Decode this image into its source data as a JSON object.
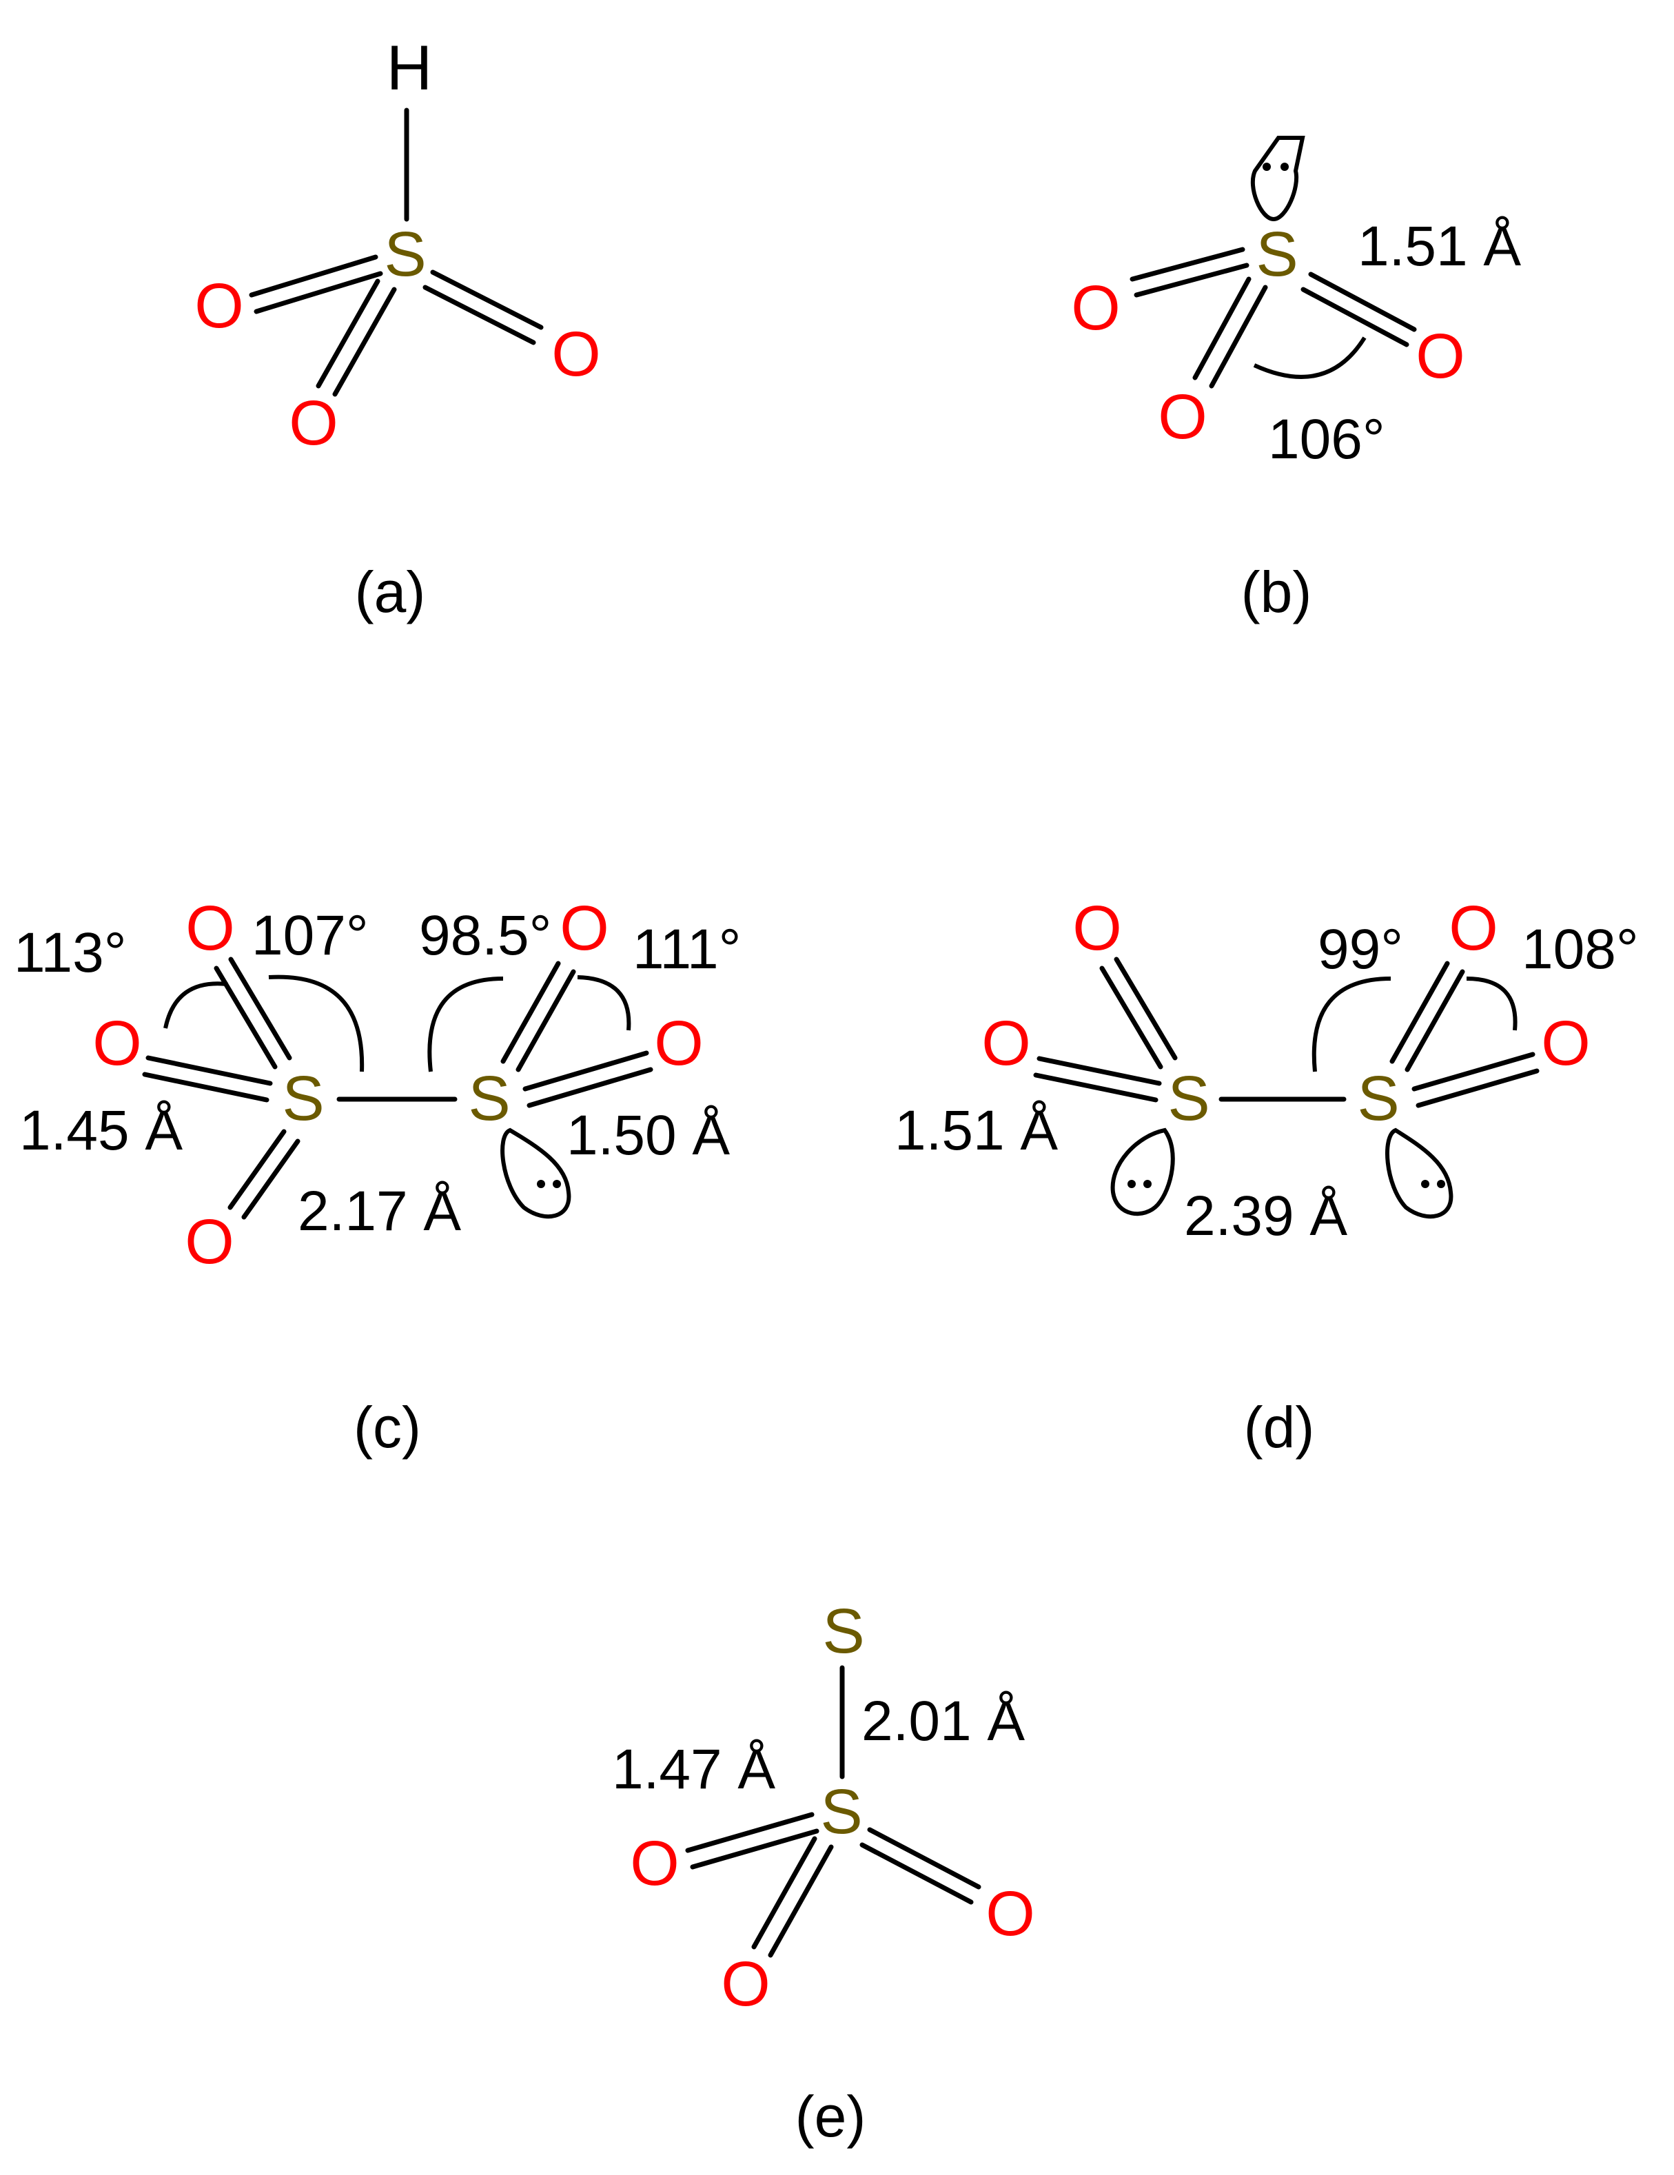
{
  "colors": {
    "oxygen": "#ff0000",
    "sulfur": "#6b5a00",
    "ink": "#000000",
    "background": "#ffffff"
  },
  "atoms": {
    "o": "O",
    "s": "S",
    "h": "H"
  },
  "panels": {
    "a": {
      "caption": "(a)"
    },
    "b": {
      "caption": "(b)",
      "bond_length": "1.51 Å",
      "angle": "106°"
    },
    "c": {
      "caption": "(c)",
      "angle_1": "113°",
      "angle_2": "107°",
      "angle_3": "98.5°",
      "angle_4": "111°",
      "bond_left": "1.45 Å",
      "bond_ss": "2.17 Å",
      "bond_right": "1.50 Å"
    },
    "d": {
      "caption": "(d)",
      "angle_1": "99°",
      "angle_2": "108°",
      "bond_left": "1.51 Å",
      "bond_ss": "2.39 Å"
    },
    "e": {
      "caption": "(e)",
      "bond_ss": "2.01 Å",
      "bond_so": "1.47 Å"
    }
  }
}
